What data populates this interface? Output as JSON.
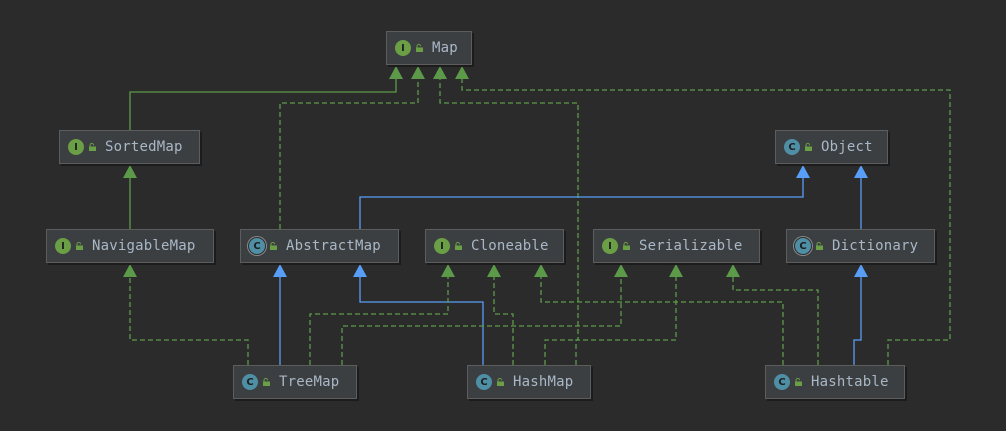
{
  "colors": {
    "background": "#2b2b2b",
    "node_fill": "#3c3f41",
    "text": "#a9b7c6",
    "interface_badge": "#6a9f45",
    "class_badge": "#4e8fa6",
    "implements_edge": "#5c9a4a",
    "extends_edge": "#589df6",
    "lock": "#6a9f45"
  },
  "nodes": [
    {
      "id": "map",
      "label": "Map",
      "kind": "interface",
      "badge": "I"
    },
    {
      "id": "sortedmap",
      "label": "SortedMap",
      "kind": "interface",
      "badge": "I"
    },
    {
      "id": "object",
      "label": "Object",
      "kind": "class",
      "badge": "C"
    },
    {
      "id": "navigablemap",
      "label": "NavigableMap",
      "kind": "interface",
      "badge": "I"
    },
    {
      "id": "abstractmap",
      "label": "AbstractMap",
      "kind": "abstract-class",
      "badge": "C"
    },
    {
      "id": "cloneable",
      "label": "Cloneable",
      "kind": "interface",
      "badge": "I"
    },
    {
      "id": "serializable",
      "label": "Serializable",
      "kind": "interface",
      "badge": "I"
    },
    {
      "id": "dictionary",
      "label": "Dictionary",
      "kind": "abstract-class",
      "badge": "C"
    },
    {
      "id": "treemap",
      "label": "TreeMap",
      "kind": "class",
      "badge": "C"
    },
    {
      "id": "hashmap",
      "label": "HashMap",
      "kind": "class",
      "badge": "C"
    },
    {
      "id": "hashtable",
      "label": "Hashtable",
      "kind": "class",
      "badge": "C"
    }
  ],
  "edges": [
    {
      "from": "sortedmap",
      "to": "map",
      "type": "extends-interface"
    },
    {
      "from": "navigablemap",
      "to": "sortedmap",
      "type": "extends-interface"
    },
    {
      "from": "abstractmap",
      "to": "map",
      "type": "implements"
    },
    {
      "from": "hashmap",
      "to": "map",
      "type": "implements"
    },
    {
      "from": "hashtable",
      "to": "map",
      "type": "implements"
    },
    {
      "from": "abstractmap",
      "to": "object",
      "type": "extends"
    },
    {
      "from": "dictionary",
      "to": "object",
      "type": "extends"
    },
    {
      "from": "treemap",
      "to": "abstractmap",
      "type": "extends"
    },
    {
      "from": "hashmap",
      "to": "abstractmap",
      "type": "extends"
    },
    {
      "from": "hashtable",
      "to": "dictionary",
      "type": "extends"
    },
    {
      "from": "treemap",
      "to": "navigablemap",
      "type": "implements"
    },
    {
      "from": "treemap",
      "to": "cloneable",
      "type": "implements"
    },
    {
      "from": "treemap",
      "to": "serializable",
      "type": "implements"
    },
    {
      "from": "hashmap",
      "to": "cloneable",
      "type": "implements"
    },
    {
      "from": "hashmap",
      "to": "serializable",
      "type": "implements"
    },
    {
      "from": "hashtable",
      "to": "cloneable",
      "type": "implements"
    },
    {
      "from": "hashtable",
      "to": "serializable",
      "type": "implements"
    }
  ]
}
